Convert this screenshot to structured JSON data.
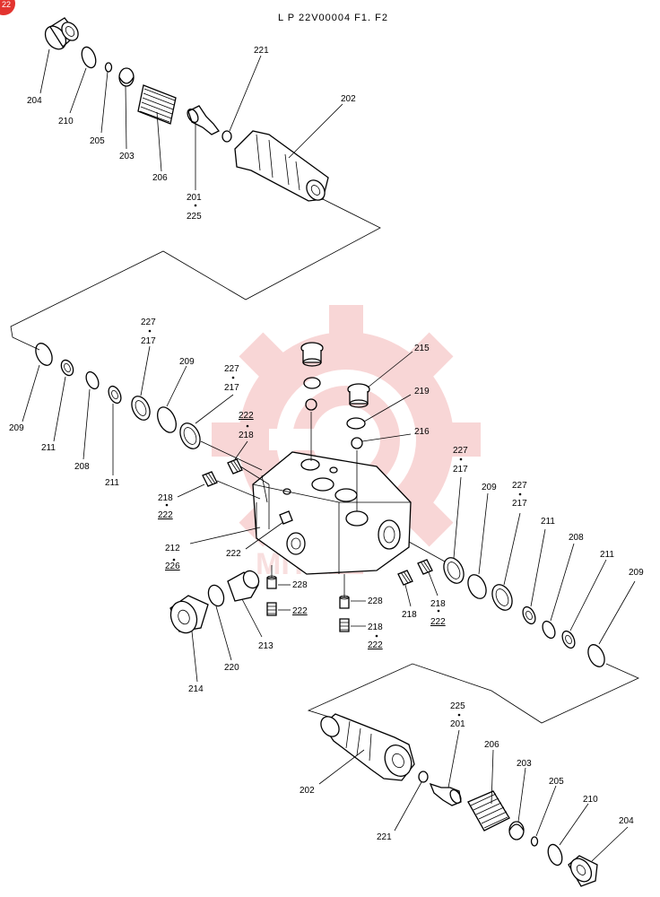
{
  "header": {
    "title": "L P 22V00004 F1. F2"
  },
  "corner_badge": {
    "text": "22",
    "color": "#e3342f"
  },
  "watermark": {
    "text": "MITEX",
    "color": "#f4b6b6"
  },
  "labels": {
    "p204a": "204",
    "p210a": "210",
    "p205a": "205",
    "p203a": "203",
    "p206a": "206",
    "p201a": "201",
    "p225a": "225",
    "p221a": "221",
    "p202a": "202",
    "p209a": "209",
    "p211a": "211",
    "p208a": "208",
    "p211b": "211",
    "p227a": "227",
    "p217a": "217",
    "p209b": "209",
    "p227b": "227",
    "p217b": "217",
    "p222a": "222",
    "p218a": "218",
    "p215": "215",
    "p219": "219",
    "p216": "216",
    "p218b": "218",
    "p222b": "222",
    "p212": "212",
    "p226": "226",
    "p222c": "222",
    "p228a": "228",
    "p222d": "222",
    "p228b": "228",
    "p218c": "218",
    "p222e": "222",
    "p213": "213",
    "p220": "220",
    "p214": "214",
    "p227c": "227",
    "p217c": "217",
    "p209c": "209",
    "p227d": "227",
    "p217d": "217",
    "p211c": "211",
    "p208b": "208",
    "p211d": "211",
    "p209d": "209",
    "p218d": "218",
    "p218e": "218",
    "p222f": "222",
    "p225b": "225",
    "p201b": "201",
    "p206b": "206",
    "p203b": "203",
    "p205b": "205",
    "p210b": "210",
    "p204b": "204",
    "p202b": "202",
    "p221b": "221"
  }
}
